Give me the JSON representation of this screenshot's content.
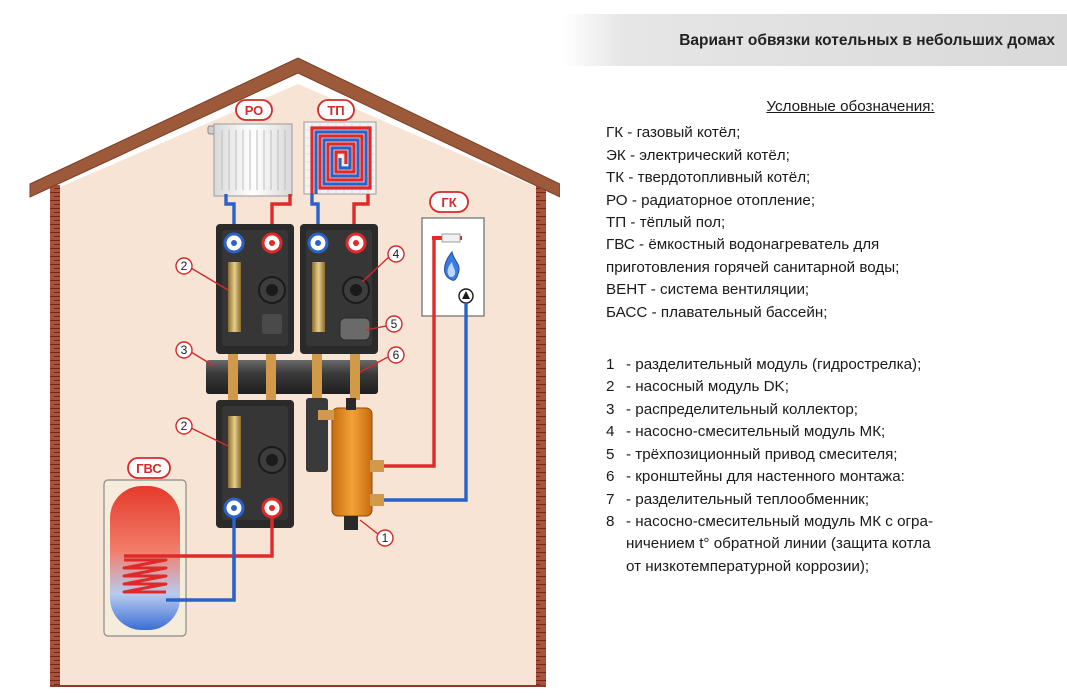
{
  "title": "Вариант обвязки котельных в небольших домах",
  "legend": {
    "heading": "Условные обозначения:",
    "abbreviations": [
      "ГК - газовый котёл;",
      "ЭК - электрический котёл;",
      "ТК - твердотопливный котёл;",
      "РО - радиаторное отопление;",
      "ТП - тёплый пол;",
      "ГВС - ёмкостный водонагреватель для",
      "приготовления горячей санитарной воды;",
      "ВЕНТ - система вентиляции;",
      "БАСС - плавательный бассейн;"
    ],
    "items": [
      {
        "num": "1",
        "lines": [
          "- разделительный модуль (гидрострелка);"
        ]
      },
      {
        "num": "2",
        "lines": [
          "- насосный модуль DK;"
        ]
      },
      {
        "num": "3",
        "lines": [
          "- распределительный коллектор;"
        ]
      },
      {
        "num": "4",
        "lines": [
          "- насосно-смесительный модуль МК;"
        ]
      },
      {
        "num": "5",
        "lines": [
          "- трёхпозиционный привод смесителя;"
        ]
      },
      {
        "num": "6",
        "lines": [
          "- кронштейны для настенного монтажа:"
        ]
      },
      {
        "num": "7",
        "lines": [
          "- разделительный теплообменник;"
        ]
      },
      {
        "num": "8",
        "lines": [
          "- насосно-смесительный модуль МК с огра-",
          "ничением t° обратной линии (защита котла",
          "от низкотемпературной коррозии);"
        ]
      }
    ]
  },
  "diagram": {
    "labels": {
      "ro": "РО",
      "tp": "ТП",
      "gk": "ГК",
      "gvs": "ГВС"
    },
    "numbers": {
      "n1": "1",
      "n2a": "2",
      "n2b": "2",
      "n3": "3",
      "n4": "4",
      "n5": "5",
      "n6": "6"
    }
  },
  "colors": {
    "house_fill": "#f7e4d4",
    "roof": "#9c5a3a",
    "brick": "#8c3a2a",
    "hot_pipe": "#e02a2a",
    "cold_pipe": "#2a62c8",
    "module": "#2a2a2a",
    "label_red": "#d42a2a"
  }
}
